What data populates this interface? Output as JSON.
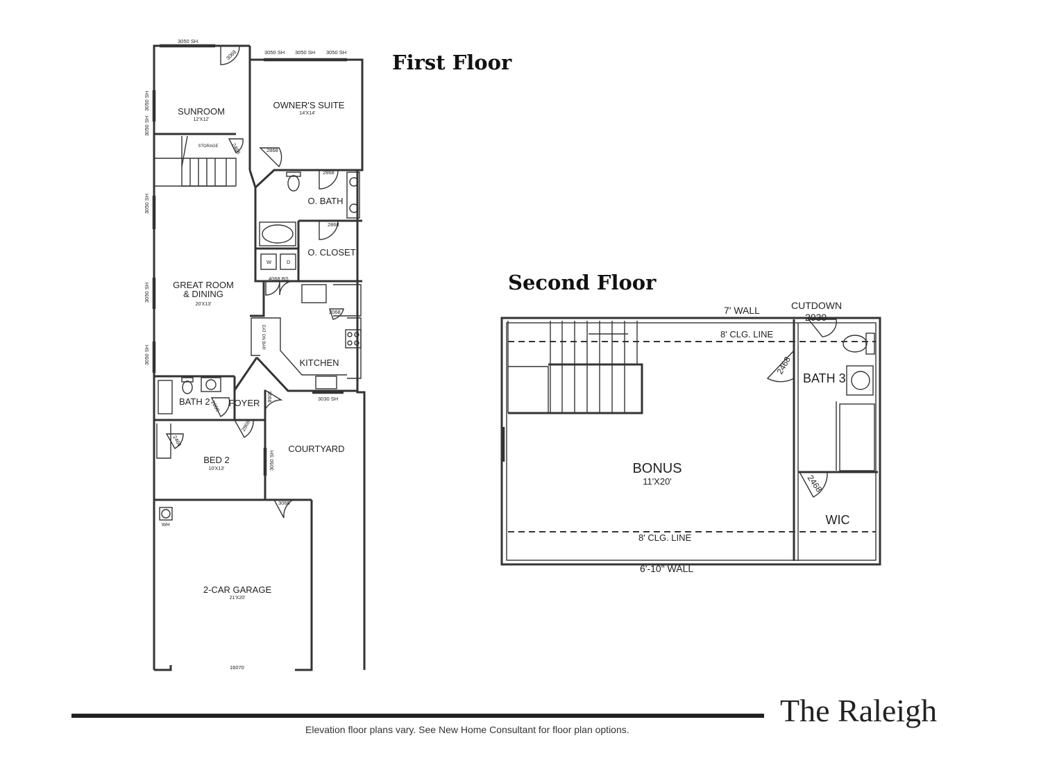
{
  "page": {
    "first_floor_title": "First Floor",
    "second_floor_title": "Second Floor",
    "brand": "The Raleigh",
    "disclaimer": "Elevation floor plans vary. See New Home Consultant for floor plan options."
  },
  "first_floor": {
    "rooms": {
      "sunroom": {
        "name": "SUNROOM",
        "size": "12'X12'"
      },
      "owners_suite": {
        "name": "OWNER'S SUITE",
        "size": "14'X14'"
      },
      "storage": {
        "name": "STORAGE"
      },
      "o_bath": {
        "name": "O. BATH"
      },
      "o_closet": {
        "name": "O. CLOSET"
      },
      "great_room": {
        "name_1": "GREAT ROOM",
        "name_2": "& DINING",
        "size": "20'X13'"
      },
      "kitchen": {
        "name": "KITCHEN"
      },
      "eat_on_bar": {
        "name": "EAT ON BAR"
      },
      "bath_2": {
        "name": "BATH 2"
      },
      "foyer": {
        "name": "FOYER"
      },
      "bed_2": {
        "name": "BED 2",
        "size": "10'X13'"
      },
      "courtyard": {
        "name": "COURTYARD"
      },
      "garage": {
        "name": "2-CAR GARAGE",
        "size": "21'X20'"
      },
      "water_heater": {
        "name": "WH"
      }
    },
    "tags": {
      "win_top_left": "3050 SH",
      "win_top_1": "3050 SH",
      "win_top_2": "3050 SH",
      "win_top_3": "3050 SH",
      "win_left_1": "3050 SH",
      "win_left_2": "3050 SH",
      "win_left_3": "3050 SH",
      "win_left_4": "3050 SH",
      "win_left_5": "3050 SH",
      "win_kitchen": "3030 SH",
      "win_courtyard": "3050 SH",
      "door_sunroom": "3068",
      "door_storage": "2468",
      "door_suite": "2868",
      "door_obath": "2868",
      "door_ocloset": "2868",
      "door_pantry": "2068",
      "laundry": "4068 BS",
      "washer": "W",
      "dryer": "D",
      "door_bath2": "2868",
      "door_front": "3068",
      "door_bed2": "2868",
      "door_bed2_closet": "2468",
      "door_garage": "3068",
      "garage_door": "16070"
    }
  },
  "second_floor": {
    "labels": {
      "wall_7": "7' WALL",
      "cutdown": "CUTDOWN",
      "win_2030": "2030",
      "clg_top": "8' CLG. LINE",
      "clg_bottom": "8' CLG. LINE",
      "wall_6_10": "6'-10\" WALL",
      "door_bath3": "2468",
      "door_wic": "2468"
    },
    "rooms": {
      "bonus": {
        "name": "BONUS",
        "size": "11'X20'"
      },
      "bath_3": {
        "name": "BATH 3"
      },
      "wic": {
        "name": "WIC"
      }
    }
  }
}
